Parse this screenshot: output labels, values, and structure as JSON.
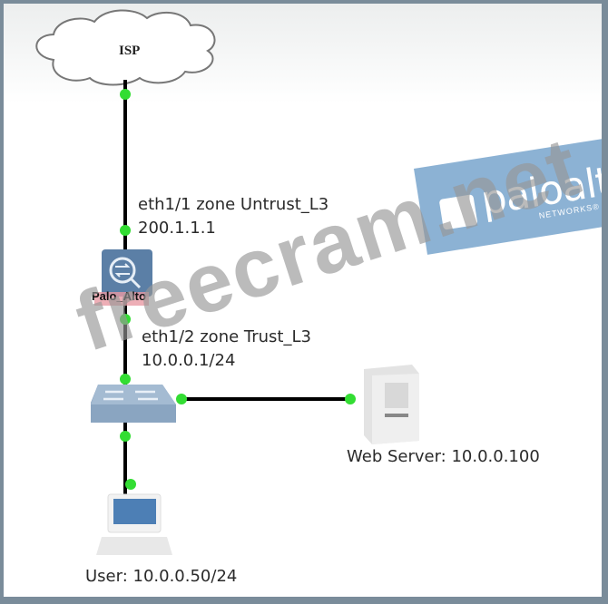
{
  "diagram": {
    "nodes": {
      "isp": {
        "label": "ISP",
        "icon": "cloud-icon"
      },
      "firewall": {
        "label": "Palo_Alto",
        "icon": "firewall-icon"
      },
      "switch": {
        "icon": "switch-icon"
      },
      "web_server": {
        "label": "Web Server: 10.0.0.100",
        "icon": "server-icon"
      },
      "user": {
        "label": "User: 10.0.0.50/24",
        "icon": "laptop-icon"
      }
    },
    "interfaces": {
      "eth1_1": {
        "line1": "eth1/1 zone Untrust_L3",
        "line2": "200.1.1.1"
      },
      "eth1_2": {
        "line1": "eth1/2 zone Trust_L3",
        "line2": "10.0.0.1/24"
      }
    },
    "colors": {
      "link": "#000000",
      "port": "#33dd33",
      "firewall": "#5b7fa6",
      "switch": "#7f9bb8",
      "border": "#7a8c9a"
    }
  },
  "watermarks": {
    "text": "freecram.net",
    "brand_name": "paloalto",
    "brand_sub": "NETWORKS®"
  }
}
